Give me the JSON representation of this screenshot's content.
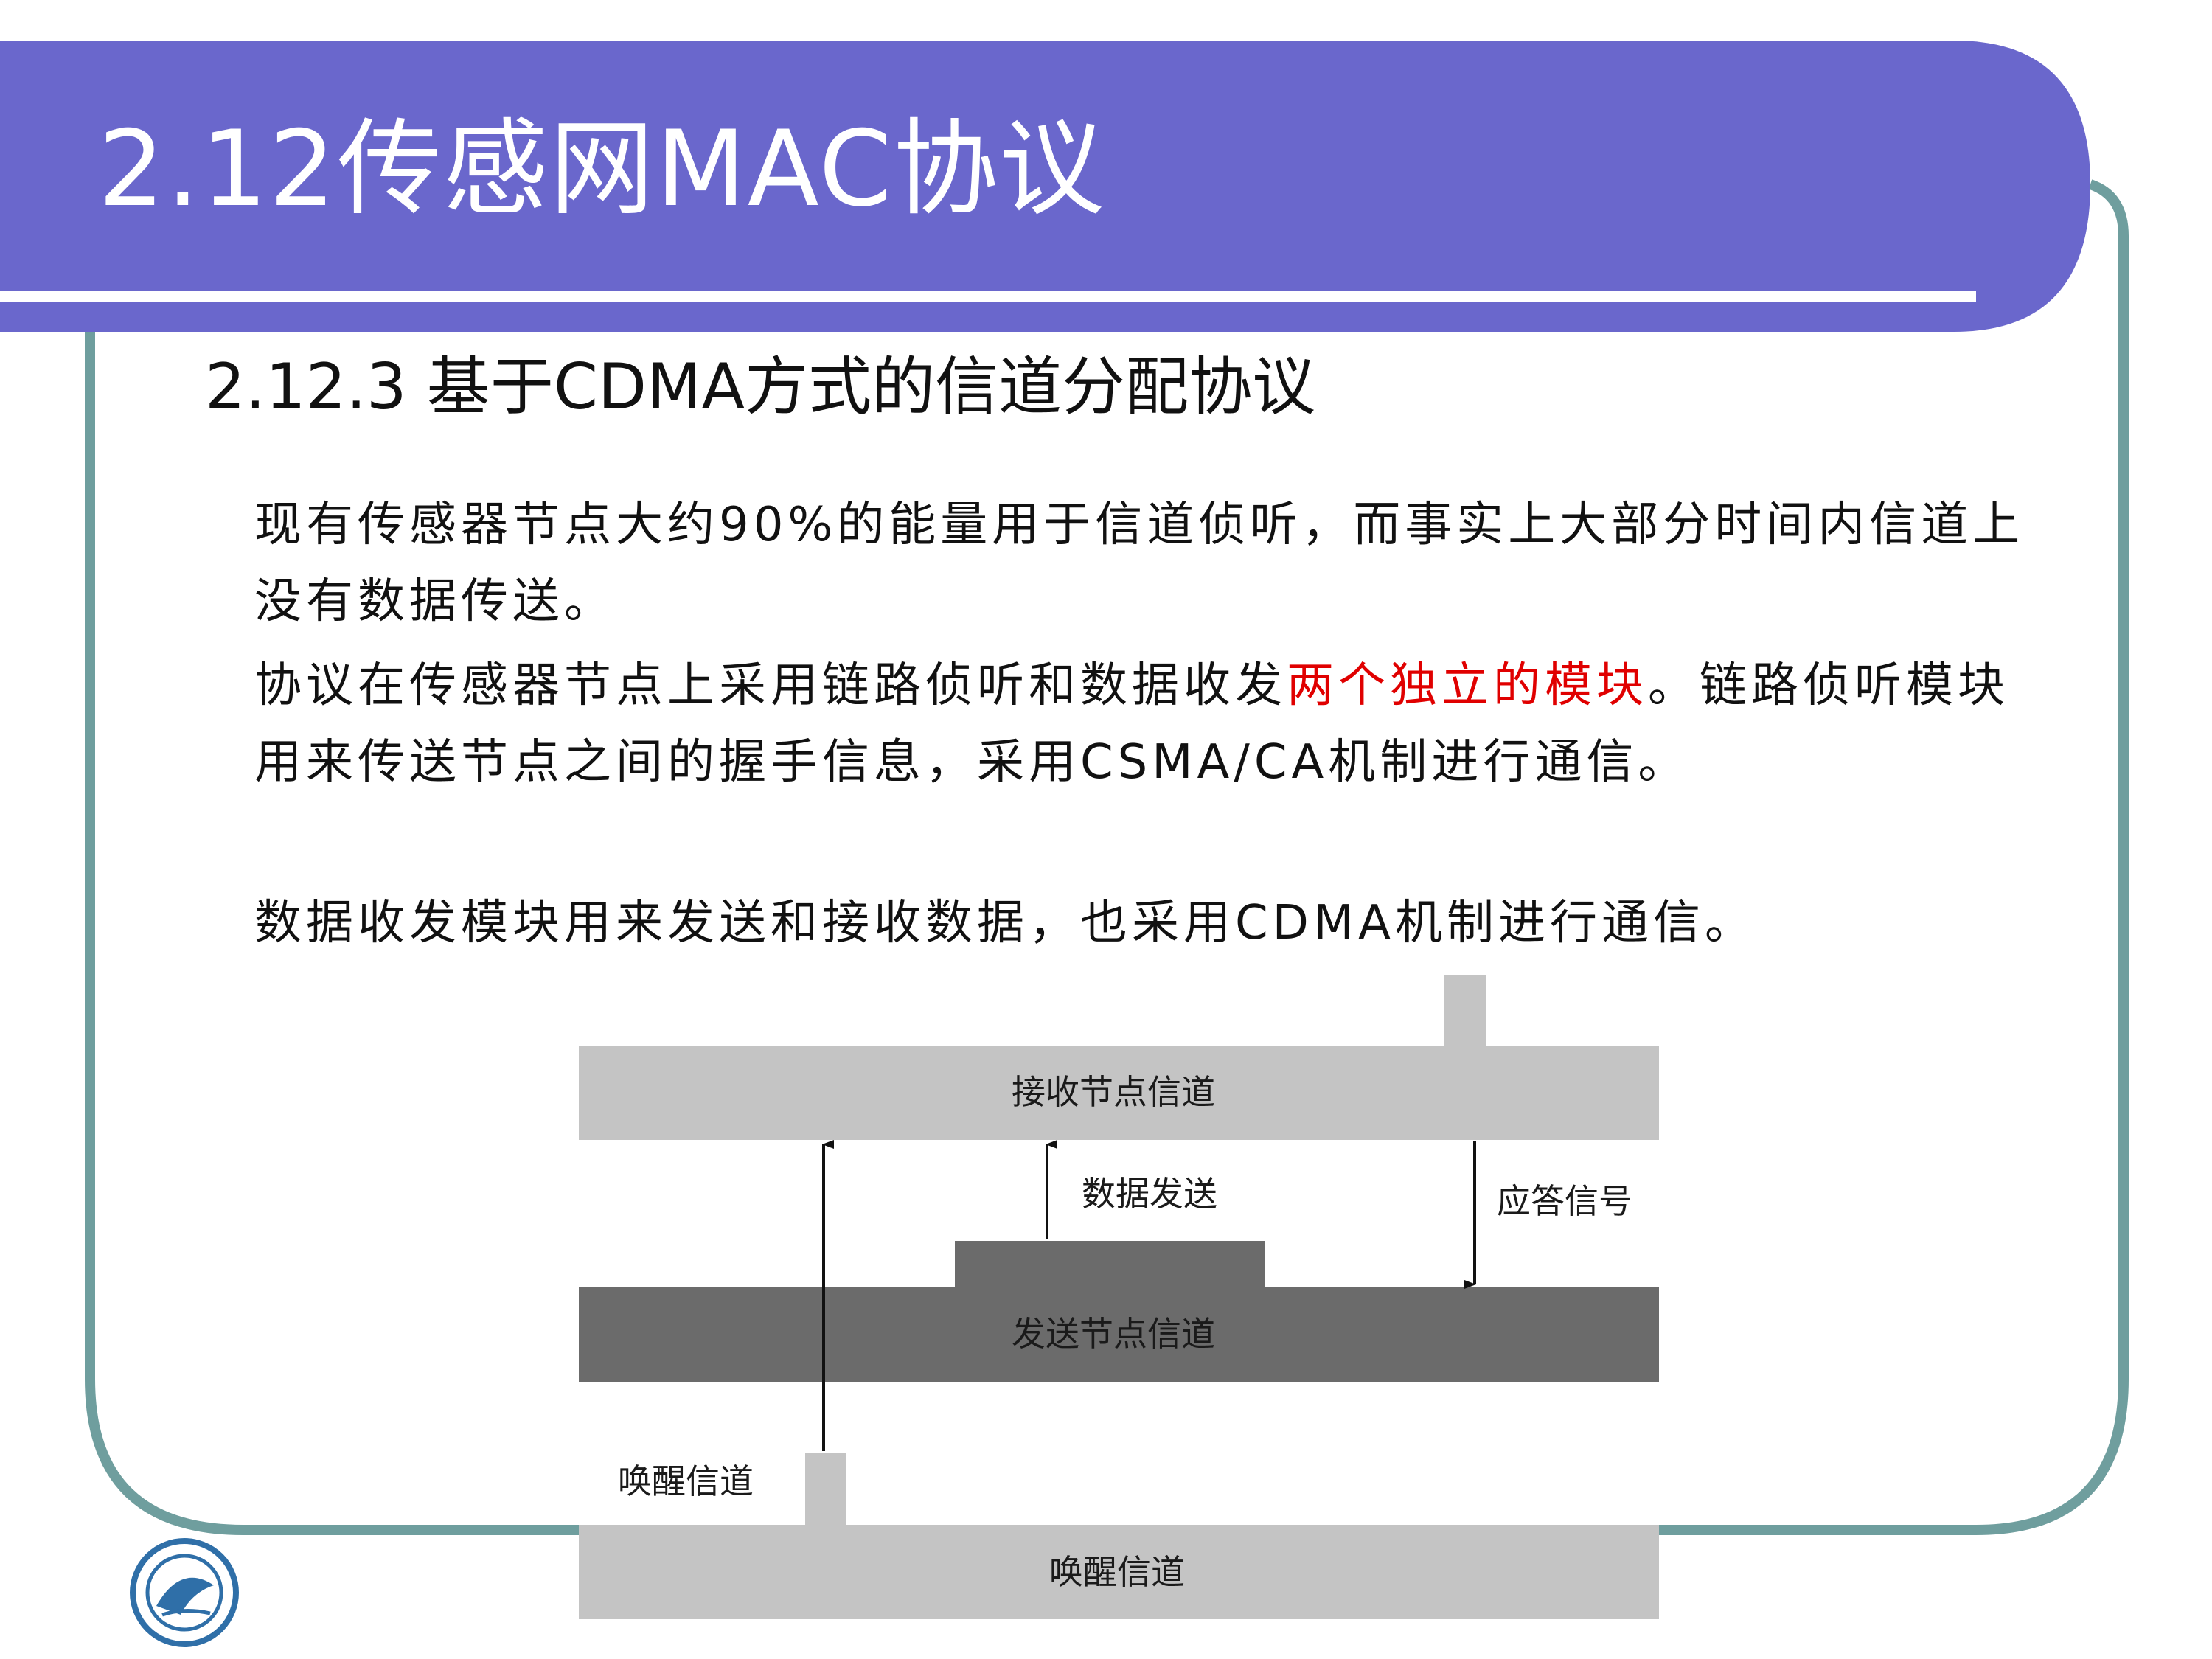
{
  "slide": {
    "title": "2.12传感网MAC协议",
    "subtitle": "2.12.3 基于CDMA方式的信道分配协议",
    "paragraphs": {
      "p1": "现有传感器节点大约90%的能量用于信道侦听，而事实上大部分时间内信道上没有数据传送。",
      "p2_before": "协议在传感器节点上采用链路侦听和数据收发",
      "p2_highlight": "两个独立的模块",
      "p2_after": "。链路侦听模块用来传送节点之间的握手信息，采用CSMA/CA机制进行通信。",
      "p3": "数据收发模块用来发送和接收数据，也采用CDMA机制进行通信。"
    }
  },
  "diagram": {
    "receive_channel": "接收节点信道",
    "data_send": "数据发送",
    "ack_signal": "应答信号",
    "send_channel": "发送节点信道",
    "wake_label": "唤醒信道",
    "wake_channel": "唤醒信道"
  },
  "colors": {
    "header_bar": "#6A67CC",
    "frame_border": "#6F9E9E",
    "light_channel": "#C4C4C4",
    "dark_channel": "#6B6B6B",
    "highlight_text": "#E00000"
  }
}
